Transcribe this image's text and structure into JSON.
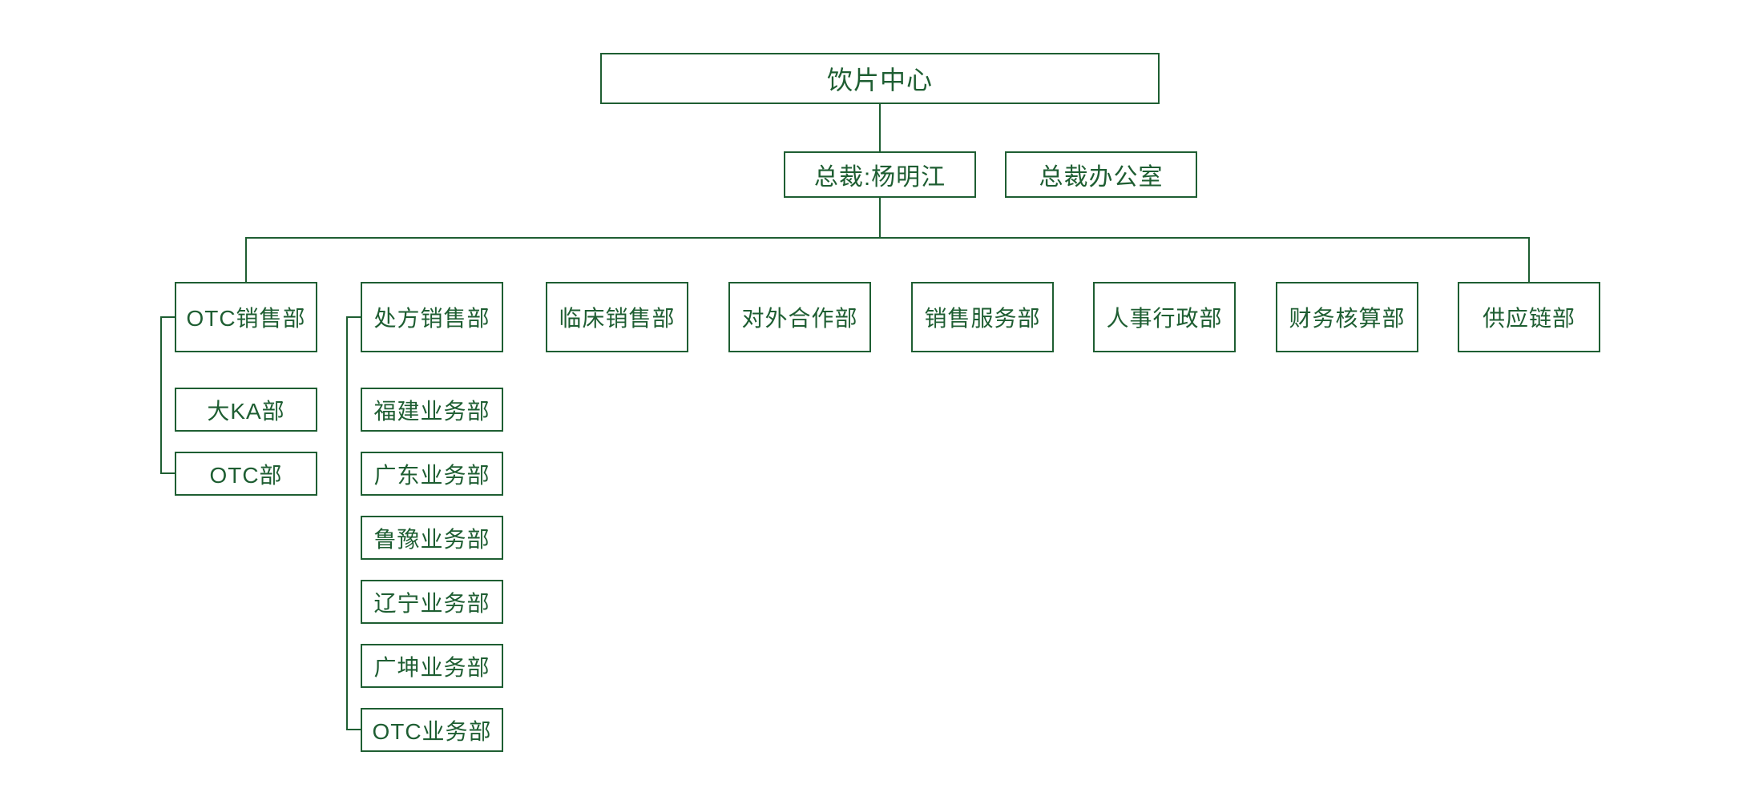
{
  "colors": {
    "node_border": "#1e5e32",
    "node_text": "#1e5e32",
    "connector": "#1e5e32",
    "canvas_background": "#ffffff"
  },
  "org": {
    "root": {
      "label": "饮片中心"
    },
    "president": {
      "label": "总裁:杨明江"
    },
    "office": {
      "label": "总裁办公室"
    },
    "departments": [
      {
        "label": "OTC销售部",
        "children": [
          "大KA部",
          "OTC部"
        ]
      },
      {
        "label": "处方销售部",
        "children": [
          "福建业务部",
          "广东业务部",
          "鲁豫业务部",
          "辽宁业务部",
          "广坤业务部",
          "OTC业务部"
        ]
      },
      {
        "label": "临床销售部",
        "children": []
      },
      {
        "label": "对外合作部",
        "children": []
      },
      {
        "label": "销售服务部",
        "children": []
      },
      {
        "label": "人事行政部",
        "children": []
      },
      {
        "label": "财务核算部",
        "children": []
      },
      {
        "label": "供应链部",
        "children": []
      }
    ]
  }
}
